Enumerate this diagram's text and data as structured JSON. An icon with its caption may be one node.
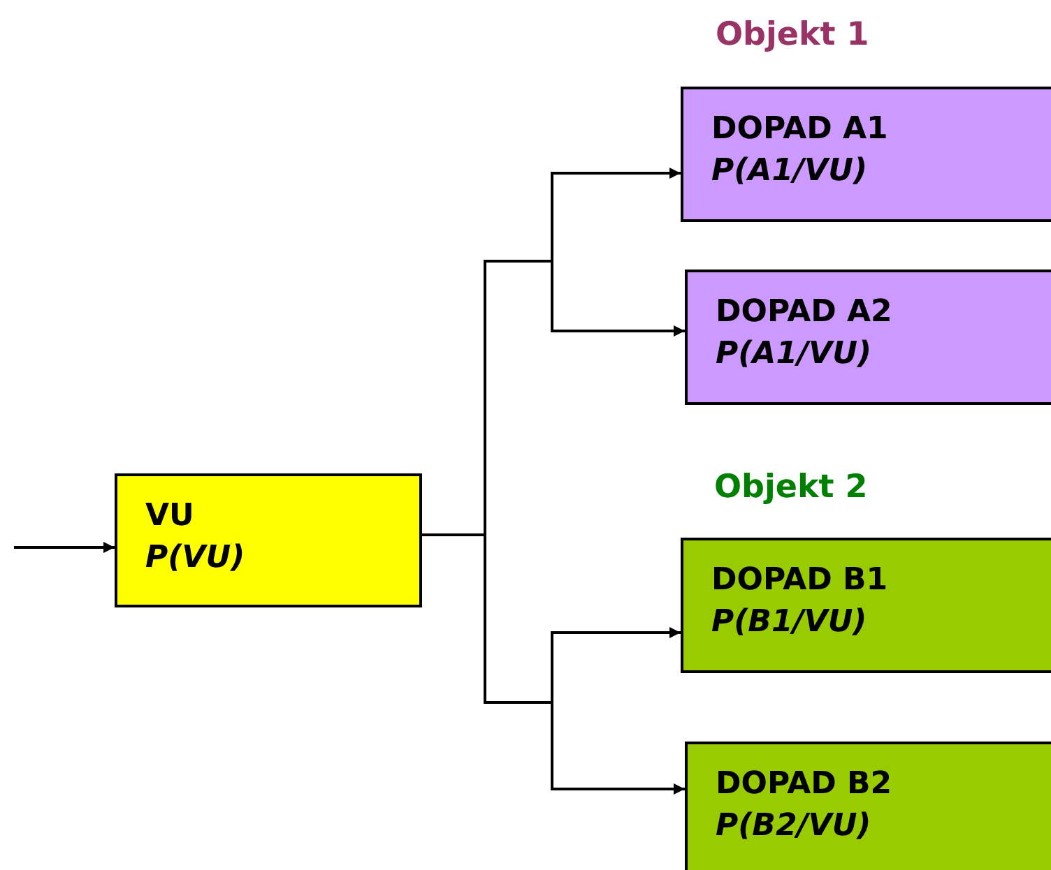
{
  "diagram": {
    "nodes": [
      {
        "text": [
          "VU",
          "P(VU)"
        ]
      },
      {
        "text": [
          "DOPAD A1",
          "P(A1/VU)"
        ]
      },
      {
        "text": [
          "DOPAD A2",
          "P(A1/VU)"
        ]
      },
      {
        "text": [
          "DOPAD B1",
          "P(B1/VU)"
        ]
      },
      {
        "text": [
          "DOPAD B2",
          "P(B2/VU)"
        ]
      }
    ],
    "edges": [
      {
        "from": null,
        "to": 0,
        "arrow": "to"
      },
      {
        "from": 0,
        "to": 1,
        "arrow": "to"
      },
      {
        "from": 0,
        "to": 2,
        "arrow": "to"
      },
      {
        "from": 0,
        "to": 3,
        "arrow": "to"
      },
      {
        "from": 0,
        "to": 4,
        "arrow": "to"
      }
    ],
    "labels": [
      "Objekt 1",
      "Objekt 2"
    ]
  }
}
